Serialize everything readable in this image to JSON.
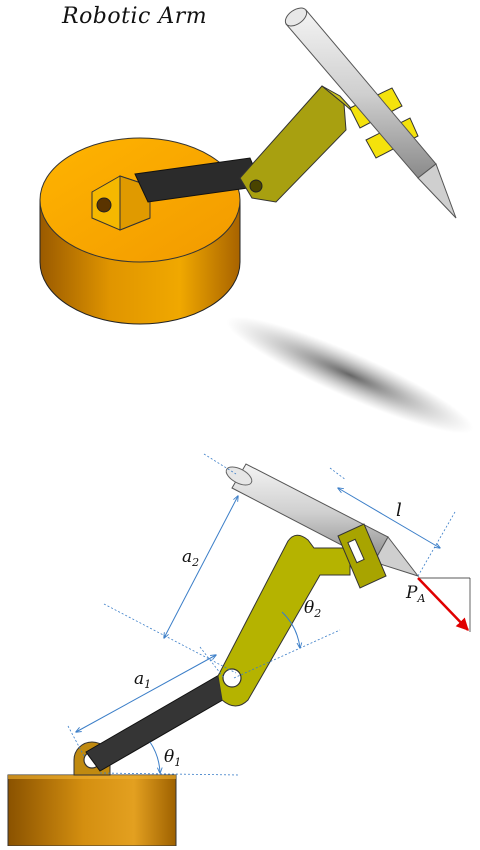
{
  "title": "Robotic Arm",
  "labels": {
    "a1": "a",
    "a1_sub": "1",
    "a2": "a",
    "a2_sub": "2",
    "theta1": "θ",
    "theta1_sub": "1",
    "theta2": "θ",
    "theta2_sub": "2",
    "l": "l",
    "pa": "P",
    "pa_sub": "A"
  },
  "colors": {
    "base": "#f2a200",
    "base_dark": "#b36b00",
    "link1": "#2d2d2d",
    "link2": "#b8b512",
    "clamp": "#f0e010",
    "pen": "#cfcfcf",
    "force": "#e00000",
    "dimension": "#3b7ec8"
  }
}
